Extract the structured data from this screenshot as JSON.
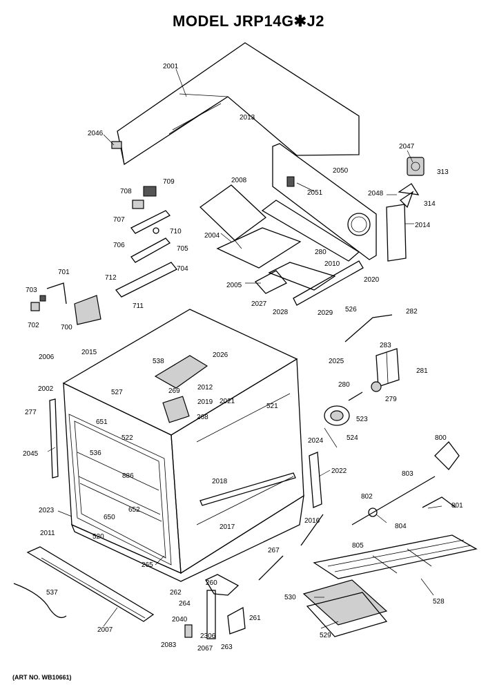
{
  "title": "MODEL JRP14G✱J2",
  "art_number": "(ART NO. WB10661)",
  "labels": [
    "2001",
    "2013",
    "2046",
    "2047",
    "313",
    "2050",
    "2051",
    "2048",
    "314",
    "2014",
    "709",
    "708",
    "707",
    "710",
    "706",
    "705",
    "704",
    "2008",
    "2004",
    "280",
    "2010",
    "2020",
    "2005",
    "701",
    "712",
    "703",
    "702",
    "700",
    "711",
    "2027",
    "2028",
    "2029",
    "526",
    "282",
    "283",
    "2006",
    "2015",
    "2002",
    "538",
    "2012",
    "2026",
    "2025",
    "281",
    "527",
    "269",
    "2019",
    "268",
    "2021",
    "521",
    "280",
    "279",
    "277",
    "651",
    "522",
    "536",
    "886",
    "523",
    "524",
    "2024",
    "2045",
    "652",
    "2018",
    "800",
    "2022",
    "803",
    "802",
    "801",
    "2023",
    "650",
    "804",
    "520",
    "2016",
    "2017",
    "2011",
    "267",
    "805",
    "265",
    "260",
    "262",
    "264",
    "2040",
    "530",
    "528",
    "537",
    "2007",
    "261",
    "2306",
    "2083",
    "2067",
    "263",
    "529"
  ]
}
